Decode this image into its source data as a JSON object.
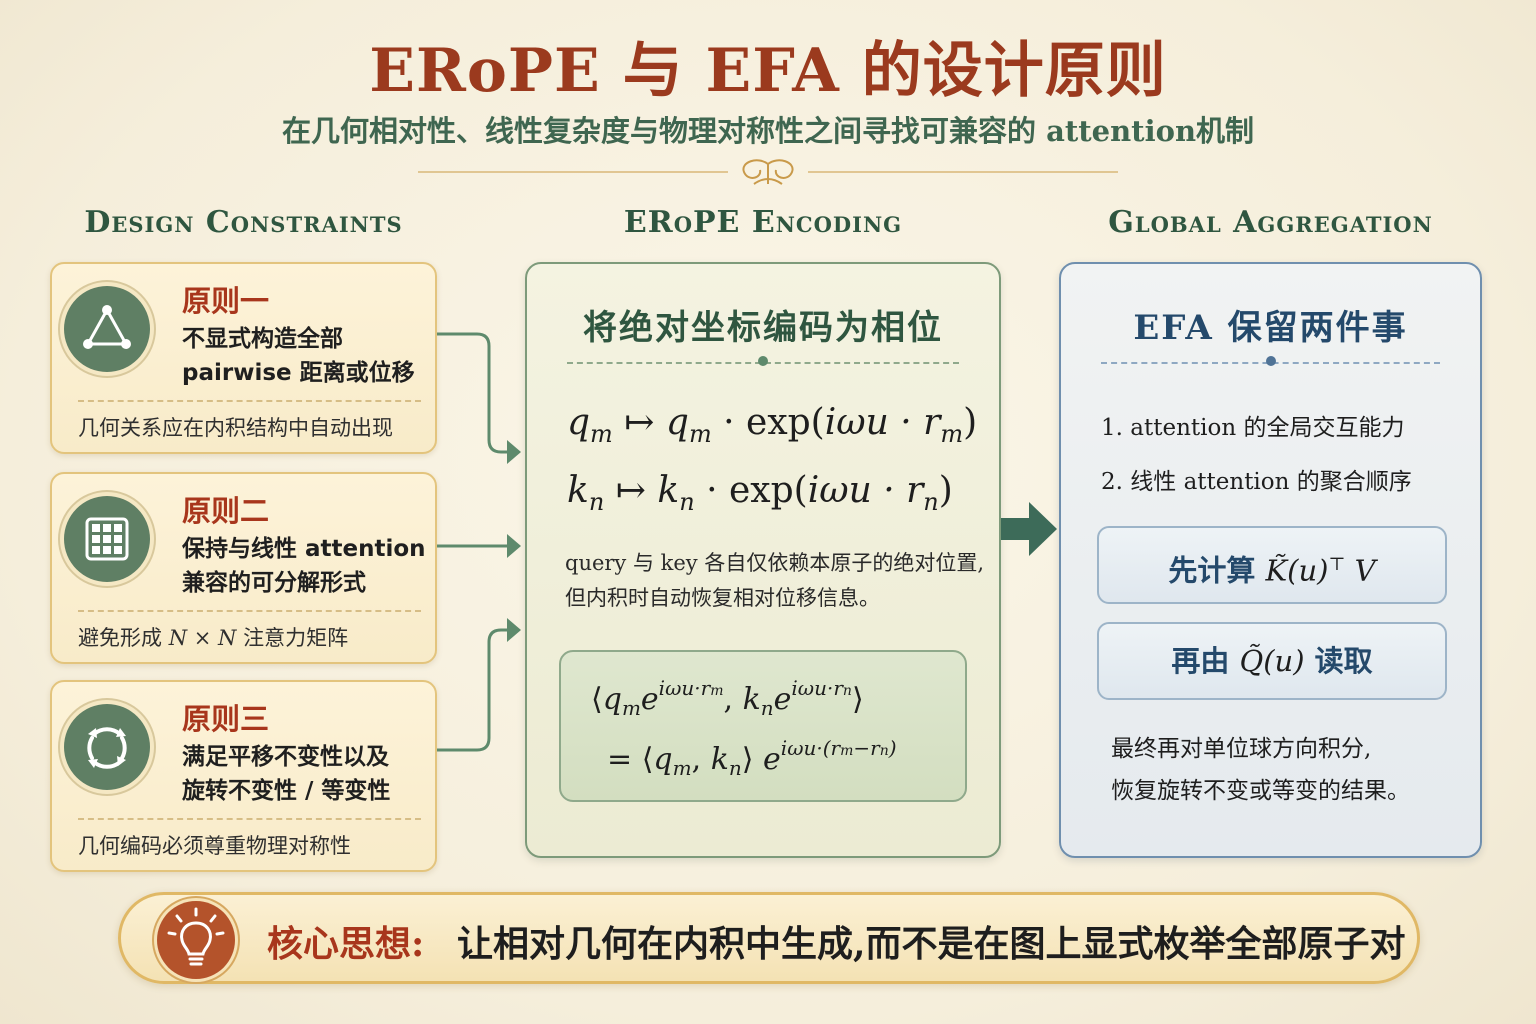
{
  "header": {
    "title": "ERoPE 与 EFA 的设计原则",
    "subtitle": "在几何相对性、线性复杂度与物理对称性之间寻找可兼容的 attention机制"
  },
  "columns": {
    "left": "Design Constraints",
    "middle": "ERoPE Encoding",
    "right": "Global Aggregation"
  },
  "principles": [
    {
      "name": "原则一",
      "desc_line1": "不显式构造全部",
      "desc_line2": "pairwise 距离或位移",
      "note": "几何关系应在内积结构中自动出现",
      "icon": "triangle-nodes-icon"
    },
    {
      "name": "原则二",
      "desc_line1": "保持与线性 attention",
      "desc_line2": "兼容的可分解形式",
      "note_prefix": "避免形成 ",
      "note_math": "N × N",
      "note_suffix": " 注意力矩阵",
      "icon": "grid-icon"
    },
    {
      "name": "原则三",
      "desc_line1": "满足平移不变性以及",
      "desc_line2": "旋转不变性 / 等变性",
      "note": "几何编码必须尊重物理对称性",
      "icon": "cycle-arrows-icon"
    }
  ],
  "erope": {
    "title": "将绝对坐标编码为相位",
    "eq1": {
      "lhs": "q",
      "lhs_sub": "m",
      "arrow": "↦",
      "rhs": "q",
      "rhs_sub": "m",
      "exp_open": " · exp(",
      "exp_body": "iωu · r",
      "exp_sub": "m",
      "close": ")"
    },
    "eq2": {
      "lhs": "k",
      "lhs_sub": "n",
      "arrow": "↦",
      "rhs": "k",
      "rhs_sub": "n",
      "exp_open": " · exp(",
      "exp_body": "iωu · r",
      "exp_sub": "n",
      "close": ")"
    },
    "note_line1": "query 与 key 各自仅依赖本原子的绝对位置,",
    "note_line2": "但内积时自动恢复相对位移信息。",
    "identity": {
      "langle": "⟨",
      "rangle": "⟩",
      "q": "q",
      "q_sub": "m",
      "e": "e",
      "e_sup_q": "iωu·r",
      "e_sup_q_sub": "m",
      "comma": ",",
      "k": "k",
      "k_sub": "n",
      "e_sup_k": "iωu·r",
      "e_sup_k_sub": "n",
      "eq": "=",
      "rhs_exp": "iωu·(r",
      "rhs_exp_m": "m",
      "rhs_exp_minus": "−r",
      "rhs_exp_n": "n",
      "rhs_exp_close": ")"
    }
  },
  "efa": {
    "title": "EFA 保留两件事",
    "item1": "1. attention 的全局交互能力",
    "item2": "2. 线性 attention 的聚合顺序",
    "box1_prefix": "先计算 ",
    "box1_math": "K̃(u)",
    "box1_sup": "⊤",
    "box1_suffix": " V",
    "box2_prefix": "再由 ",
    "box2_math": "Q̃(u)",
    "box2_suffix": " 读取",
    "final_line1": "最终再对单位球方向积分,",
    "final_line2": "恢复旋转不变或等变的结果。"
  },
  "core": {
    "label": "核心思想:",
    "text": "让相对几何在内积中生成,而不是在图上显式枚举全部原子对",
    "icon": "lightbulb-icon"
  },
  "colors": {
    "title_red": "#9b3a1e",
    "green": "#3f6650",
    "blue": "#24496b",
    "gold": "#e0b865"
  }
}
